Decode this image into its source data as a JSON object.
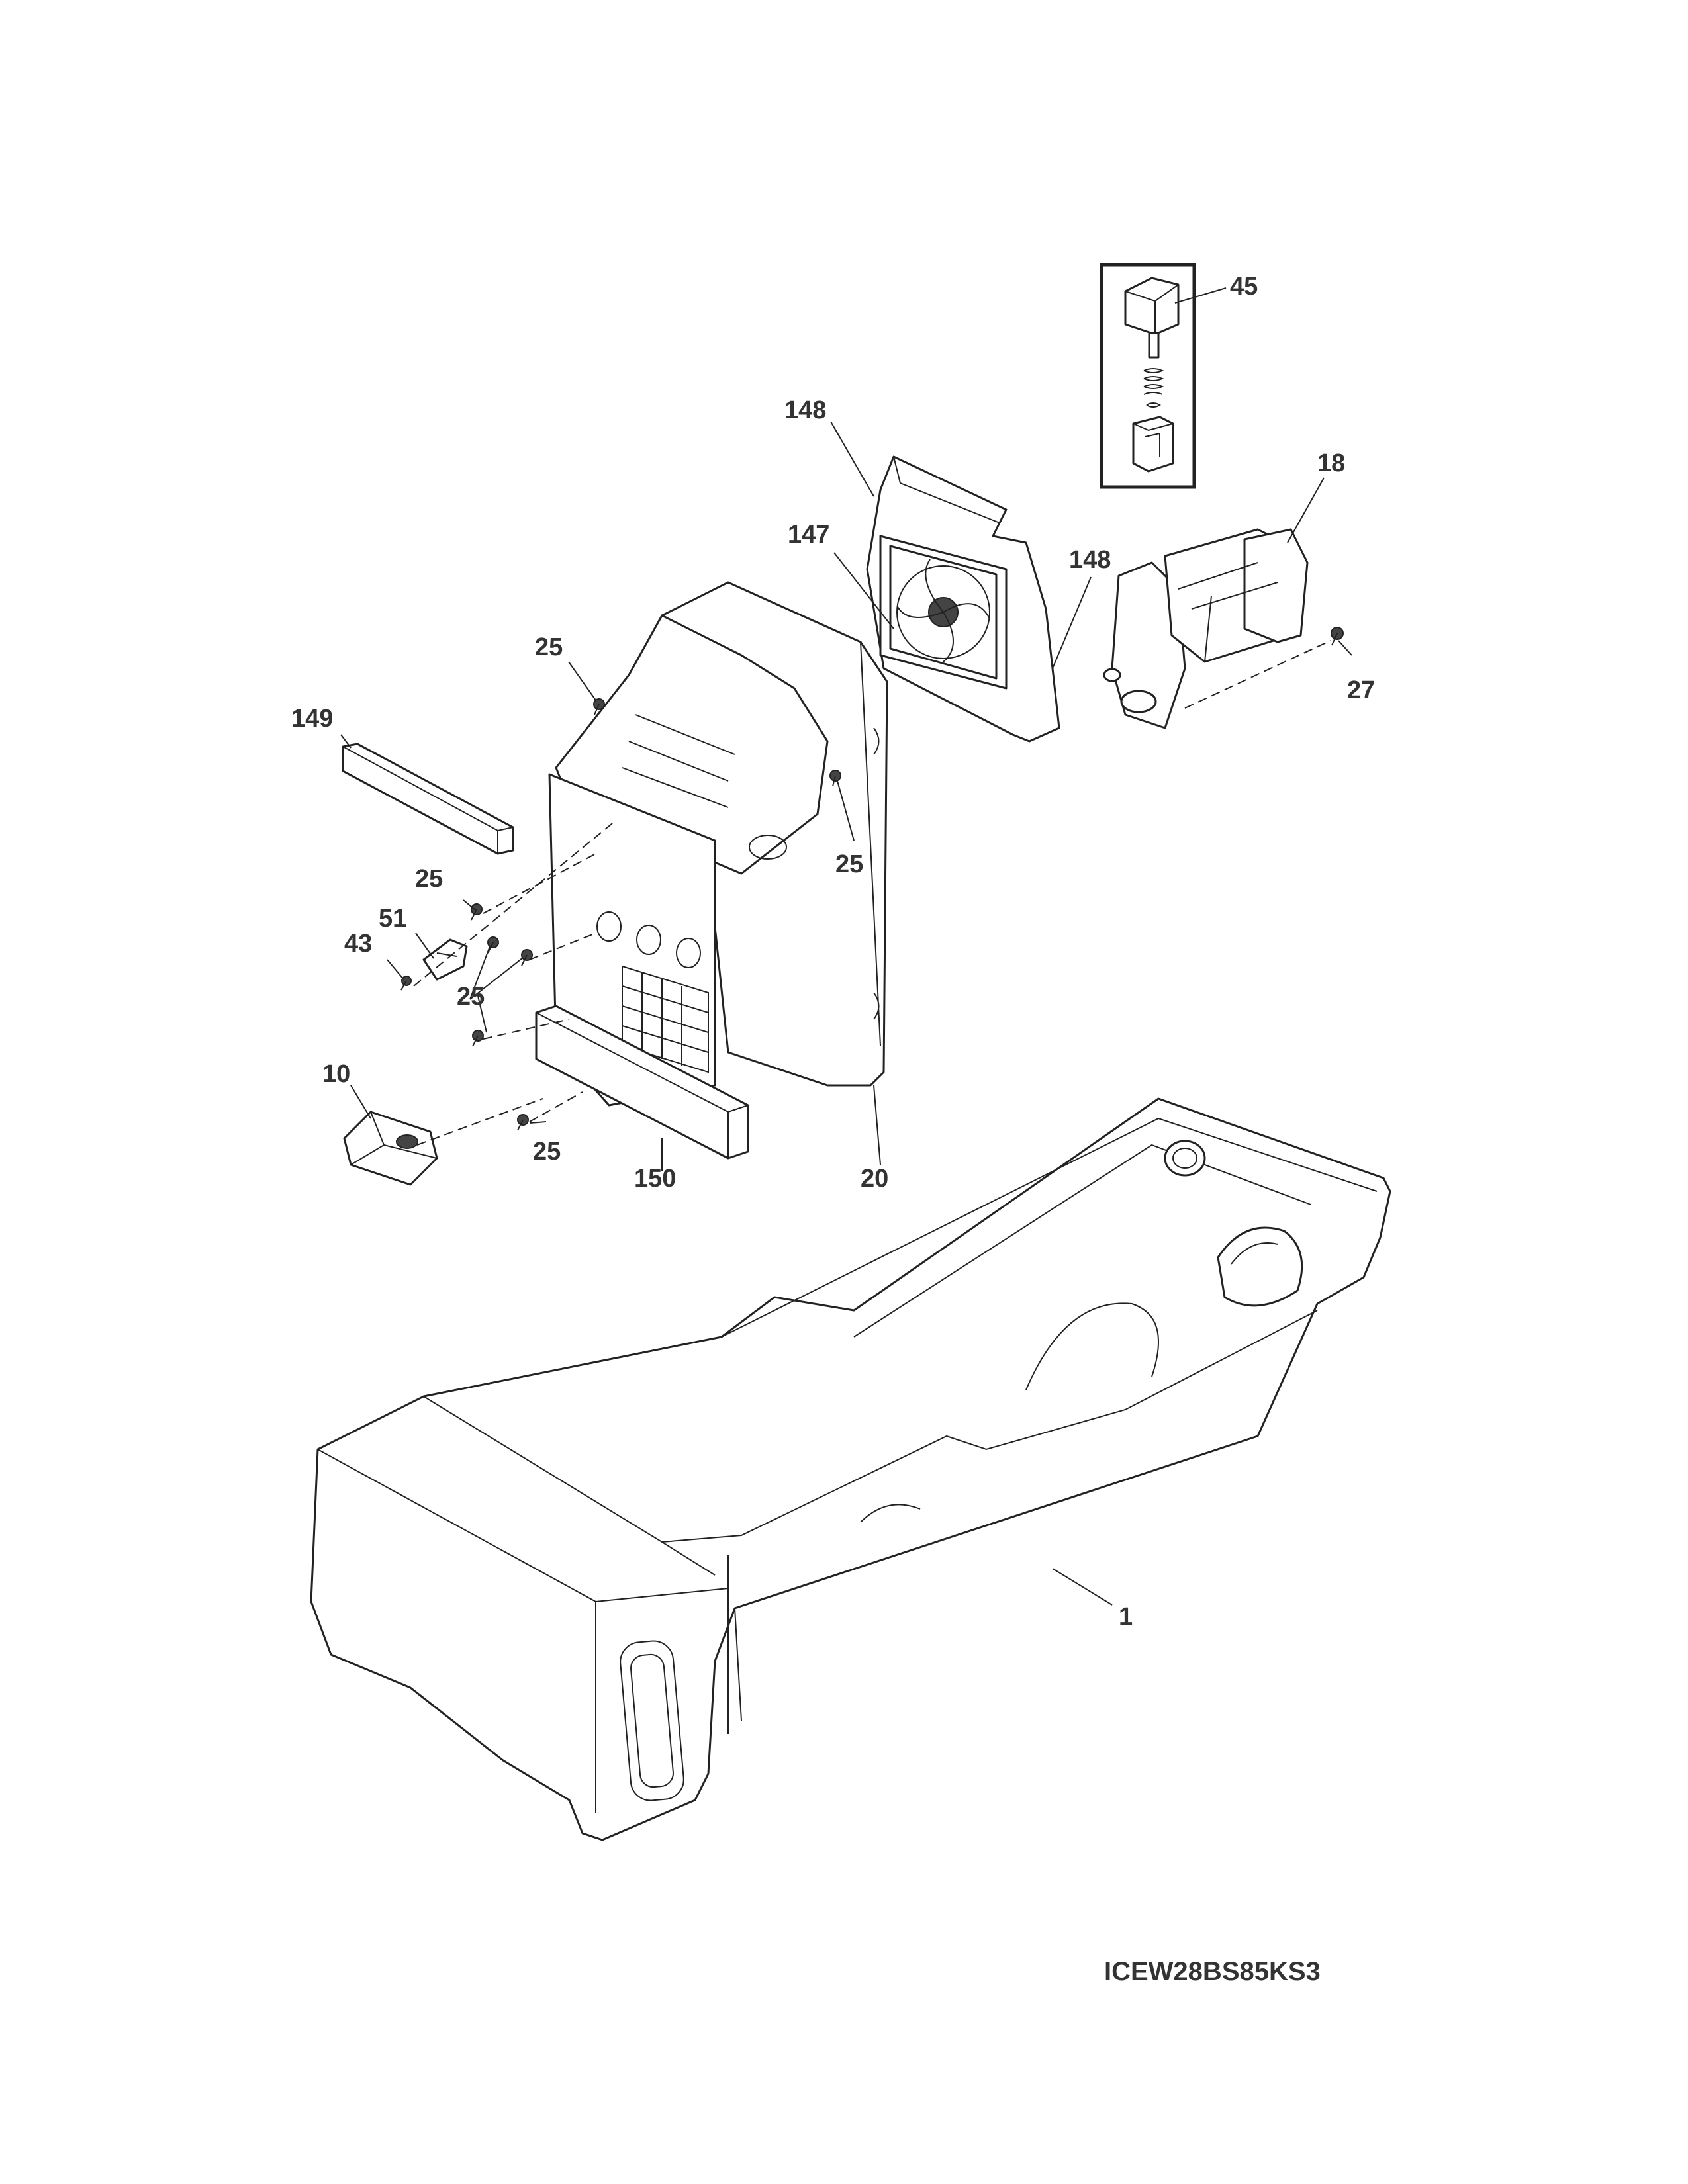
{
  "diagram": {
    "type": "exploded-parts-view",
    "model_code": "ICEW28BS85KS3",
    "callouts": [
      "45",
      "148",
      "18",
      "147",
      "148",
      "25",
      "27",
      "149",
      "25",
      "25",
      "51",
      "43",
      "25",
      "10",
      "25",
      "150",
      "20",
      "1"
    ]
  }
}
